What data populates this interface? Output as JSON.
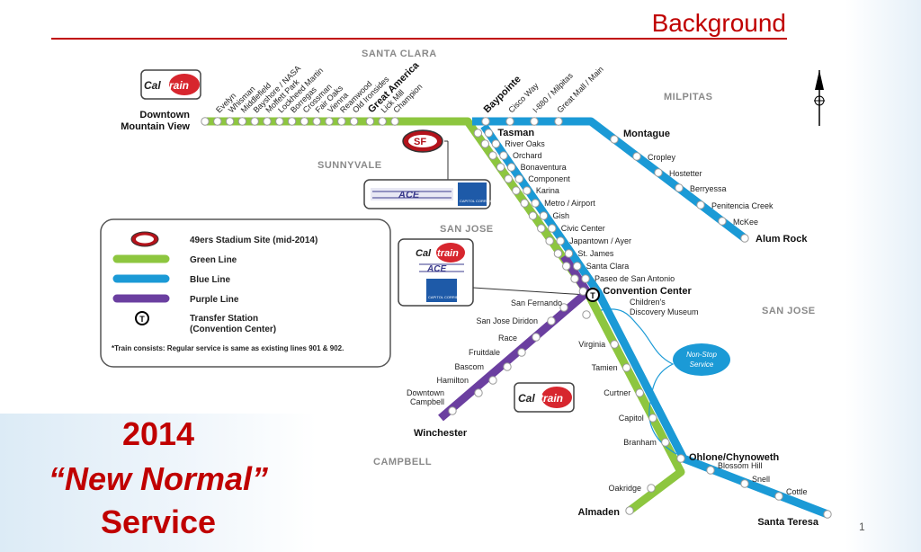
{
  "header": {
    "title": "Background"
  },
  "headline": {
    "year": "2014",
    "line2": "“New Normal”",
    "line3": "Service"
  },
  "page_number": "1",
  "map": {
    "regions": {
      "santa_clara": "SANTA CLARA",
      "milpitas": "MILPITAS",
      "sunnyvale": "SUNNYVALE",
      "san_jose_top": "SAN JOSE",
      "san_jose_right": "SAN JOSE",
      "campbell": "CAMPBELL"
    },
    "brands": {
      "caltrain": "Cal",
      "caltrain_b": "train",
      "ace": "ACE",
      "capitol_corridor": "CAPITOL CORRIDOR",
      "niners": "SF"
    },
    "green_top": {
      "terminus": [
        "Downtown",
        "Mountain View"
      ],
      "stations": [
        "Evelyn",
        "Whisman",
        "Middlefield",
        "Bayshore / NASA",
        "Moffett Park",
        "Lockheed Martin",
        "Borregas",
        "Crossman",
        "Fair Oaks",
        "Vienna",
        "Reamwood",
        "Old Ironsides",
        "Great America",
        "Lick Mill",
        "Champion",
        "Baypointe",
        "Cisco Way",
        "I-880 / Milpitas",
        "Great Mall / Main"
      ]
    },
    "blue_east": {
      "stations": [
        "Montague",
        "Cropley",
        "Hostetter",
        "Berryessa",
        "Penitencia Creek",
        "McKee",
        "Alum Rock"
      ]
    },
    "trunk": {
      "stations": [
        "Tasman",
        "River Oaks",
        "Orchard",
        "Bonaventura",
        "Component",
        "Karina",
        "Metro / Airport",
        "Gish",
        "Civic Center",
        "Japantown  /  Ayer",
        "St. James",
        "Santa Clara",
        "Paseo de San Antonio",
        "Convention Center"
      ]
    },
    "childrens": [
      "Children's",
      "Discovery Museum"
    ],
    "purple": {
      "stations": [
        "San Fernando",
        "San Jose Diridon",
        "Race",
        "Fruitdale",
        "Bascom",
        "Hamilton",
        "Downtown",
        "Campbell",
        "Winchester"
      ]
    },
    "green_south": {
      "stations": [
        "Virginia",
        "Tamien",
        "Curtner",
        "Capitol",
        "Branham",
        "Oakridge",
        "Almaden"
      ]
    },
    "blue_south": {
      "stations": [
        "Ohlone/Chynoweth",
        "Blossom Hill",
        "Snell",
        "Cottle",
        "Santa Teresa"
      ]
    },
    "nonstop": [
      "Non-Stop",
      "Service"
    ],
    "transfer_symbol": "T",
    "legend": {
      "items": [
        "49ers Stadium Site (mid-2014)",
        "Green Line",
        "Blue Line",
        "Purple Line",
        "Transfer Station",
        "(Convention Center)"
      ],
      "note": "*Train consists:  Regular service is same as existing lines 901 & 902."
    },
    "colors": {
      "green": "#8dc63f",
      "blue": "#1b9ad6",
      "purple": "#6b3fa0",
      "red": "#c00000"
    }
  }
}
